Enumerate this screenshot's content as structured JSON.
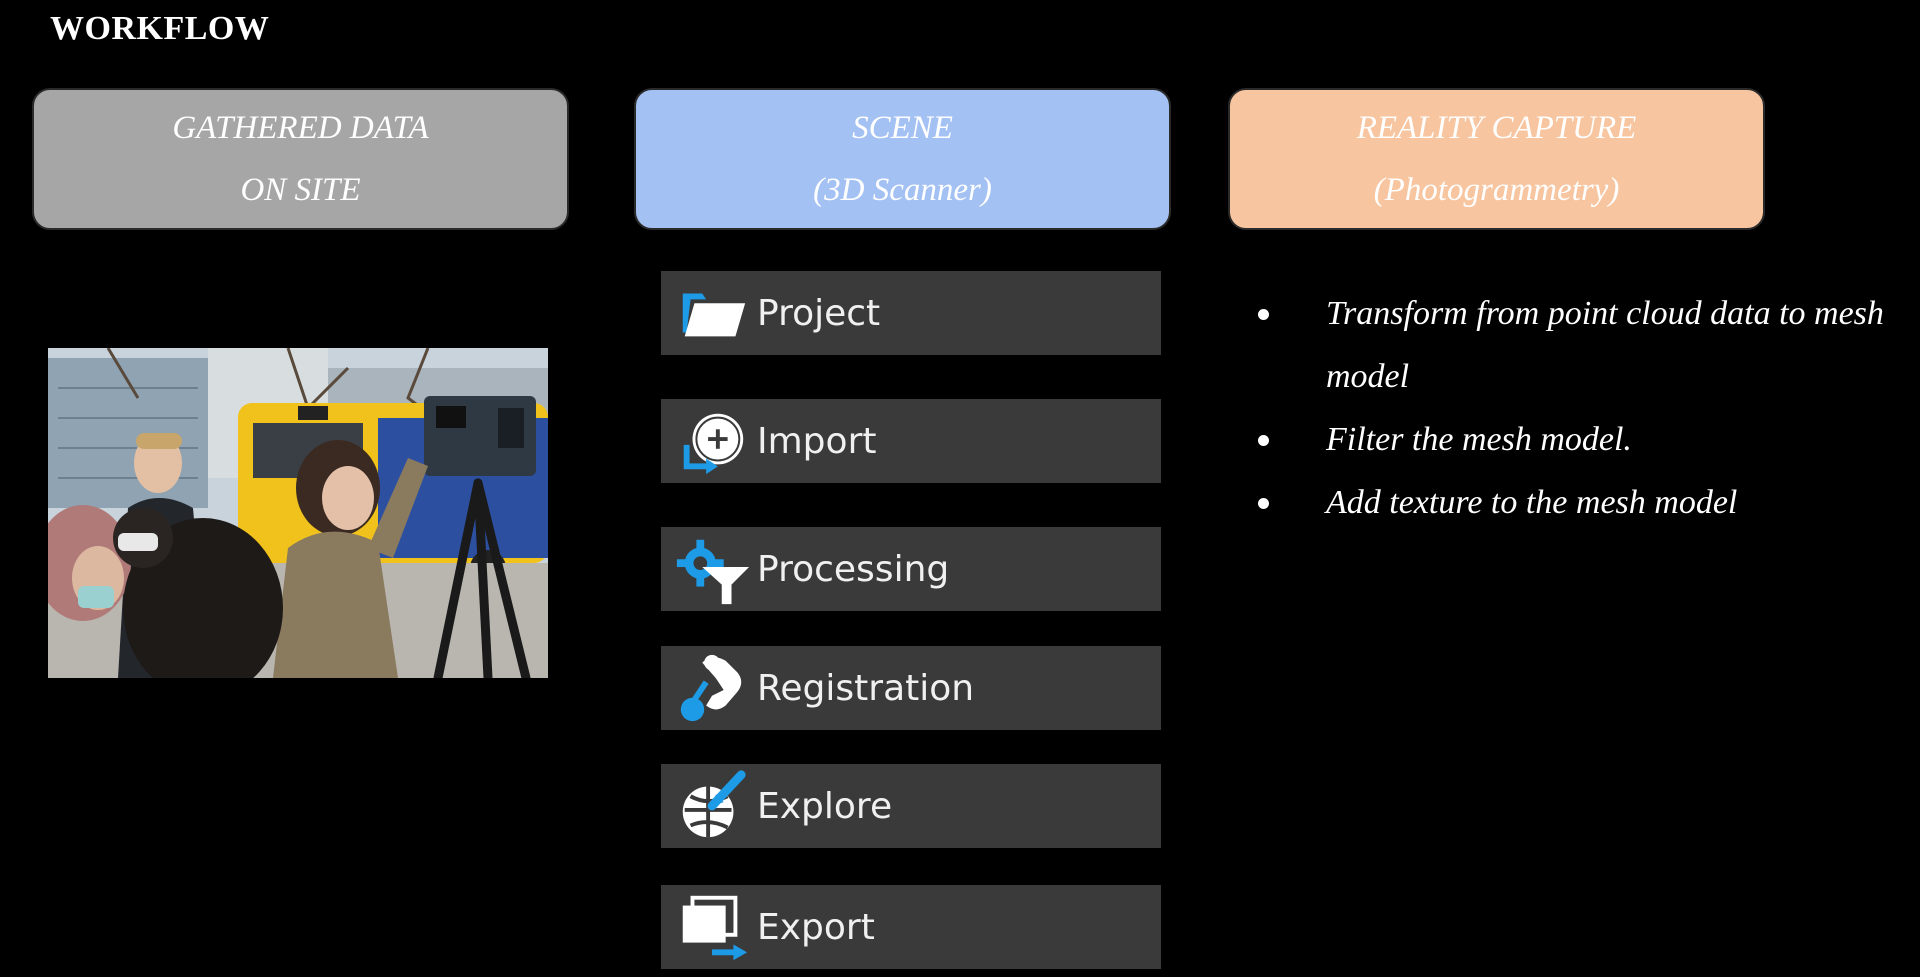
{
  "title": "WORKFLOW",
  "phases": {
    "gathered": {
      "line1": "GATHERED DATA",
      "line2": "ON SITE"
    },
    "scene": {
      "line1": "SCENE",
      "line2": "(3D Scanner)"
    },
    "reality": {
      "line1": "REALITY CAPTURE",
      "line2": "(Photogrammetry)"
    }
  },
  "scene_menu": [
    {
      "label": "Project",
      "icon": "folder-icon"
    },
    {
      "label": "Import",
      "icon": "import-icon"
    },
    {
      "label": "Processing",
      "icon": "processing-icon"
    },
    {
      "label": "Registration",
      "icon": "registration-icon"
    },
    {
      "label": "Explore",
      "icon": "explore-icon"
    },
    {
      "label": "Export",
      "icon": "export-icon"
    }
  ],
  "reality_steps": [
    "Transform from point cloud data to mesh model",
    "Filter the mesh model.",
    "Add texture to the mesh model"
  ],
  "colors": {
    "gathered": "#a6a6a6",
    "scene": "#a4c1f3",
    "reality": "#f7c59f",
    "accent_blue": "#1e9be6",
    "menu_bg": "#3a3a3a"
  }
}
